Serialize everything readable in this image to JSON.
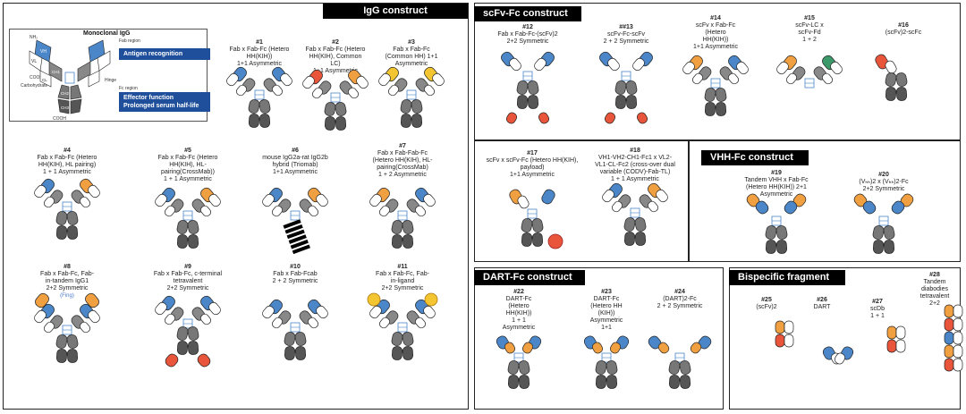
{
  "panels": {
    "igg": {
      "title": "IgG construct"
    },
    "scfv": {
      "title": "scFv-Fc construct"
    },
    "vhh": {
      "title": "VHH-Fc construct"
    },
    "dart": {
      "title": "DART-Fc construct"
    },
    "frag": {
      "title": "Bispecific fragment"
    }
  },
  "legend": {
    "title": "Monoclonal IgG",
    "fab_region": "Fab region",
    "antigen": "Antigen recognition",
    "fc_region": "Fc region",
    "effector": "Effector function",
    "halflife": "Prolonged serum half-life",
    "hinge": "Hinge",
    "carbohydrate": "Carbohydrate",
    "nh2": "NH₂",
    "cooh": "COOH",
    "domains": {
      "vh": "VH",
      "vl": "VL",
      "ch1": "CH1",
      "cl": "CL",
      "ch2": "CH2",
      "ch3": "CH3"
    }
  },
  "items": {
    "i1": {
      "num": "#1",
      "caption": "Fab x Fab-Fc (Hetero\nHH(KIH))\n1+1 Asymmetric"
    },
    "i2": {
      "num": "#2",
      "caption": "Fab x Fab-Fc (Hetero\nHH(KIH), Common\nLC)\n1+1 Asymmetric"
    },
    "i3": {
      "num": "#3",
      "caption": "Fab x Fab-Fc\n(Common HH) 1+1\nAsymmetric"
    },
    "i4": {
      "num": "#4",
      "caption": "Fab x Fab-Fc (Hetero\nHH(KIH), HL pairing)\n1 + 1 Asymmetric"
    },
    "i5": {
      "num": "#5",
      "caption": "Fab x Fab-Fc (Hetero\nHH(KIH), HL-\npairing(CrossMab))\n1 + 1 Asymmetric"
    },
    "i6": {
      "num": "#6",
      "caption": "mouse IgG2a-rat IgG2b\nhybrid (Triomab)\n1+1 Asymmetric"
    },
    "i7": {
      "num": "#7",
      "caption": "Fab x Fab-Fab-Fc\n(Hetero HH(KIH), HL-\npairing(CrossMab)\n1 + 2 Asymmetric"
    },
    "i8": {
      "num": "#8",
      "caption": "Fab x Fab-Fc, Fab-\nin-tandem IgG1\n2+2 Symmetric",
      "note": "(Fing)"
    },
    "i9": {
      "num": "#9",
      "caption": "Fab x Fab-Fc, c-terminal\ntetravalent\n2+2 Symmetric"
    },
    "i10": {
      "num": "#10",
      "caption": "Fab x Fab-Fcab\n2 + 2 Symmetric"
    },
    "i11": {
      "num": "#11",
      "caption": "Fab x Fab-Fc, Fab-\nin-ligand\n2+2 Symmetric"
    },
    "i12": {
      "num": "#12",
      "caption": "Fab x Fab-Fc-(scFv)2\n2+2 Symmetric"
    },
    "i13": {
      "num": "##13",
      "caption": "scFv-Fc-scFv\n2 + 2 Symmetric"
    },
    "i14": {
      "num": "#14",
      "caption": "scFv x Fab-Fc\n(Hetero\nHH(KIH))\n1+1 Asymmetric"
    },
    "i15": {
      "num": "#15",
      "caption": "scFv-LC x\nscFv-Fd\n1 + 2"
    },
    "i16": {
      "num": "#16",
      "caption": "(scFv)2-scFc"
    },
    "i17": {
      "num": "#17",
      "caption": "scFv x scFv-Fc (Hetero HH(KIH),\npayload)\n1+1 Asymmetric"
    },
    "i18": {
      "num": "#18",
      "caption": "VH1-VH2-CH1-Fc1 x VL2-\nVL1-CL-Fc2 (cross-over dual\nvariable (CODV)-Fab-TL)\n1 + 1 Asymmetric"
    },
    "i19": {
      "num": "#19",
      "caption": "Tandem VHH x Fab-Fc\n(Hetero HH(KIH)) 2+1\nAsymmetric"
    },
    "i20": {
      "num": "#20",
      "caption": "(Vₕₕ)2 x (Vₕₕ)2-Fc\n2+2 Symmetric"
    },
    "i22": {
      "num": "#22",
      "caption": "DART-Fc\n(Hetero\nHH(KIH))\n1 + 1\nAsymmetric"
    },
    "i23": {
      "num": "#23",
      "caption": "DART-Fc\n(Hetero HH\n(KIH))\nAsymmetric\n1+1"
    },
    "i24": {
      "num": "#24",
      "caption": "(DART)2-Fc\n2 + 2 Symmetric"
    },
    "i25": {
      "num": "#25",
      "caption": "(scFv)2"
    },
    "i26": {
      "num": "#26",
      "caption": "DART"
    },
    "i27": {
      "num": "#27",
      "caption": "scDb\n1 + 1"
    },
    "i28": {
      "num": "#28",
      "caption": "Tandem\ndiabodies\ntetravalent\n2+2"
    }
  },
  "colors": {
    "blue": "#4a86c8",
    "orange": "#f0a040",
    "red": "#e8553a",
    "yellow": "#f2c531",
    "green": "#3c9a6a",
    "grey": "#555555",
    "white": "#ffffff",
    "black": "#000000"
  }
}
